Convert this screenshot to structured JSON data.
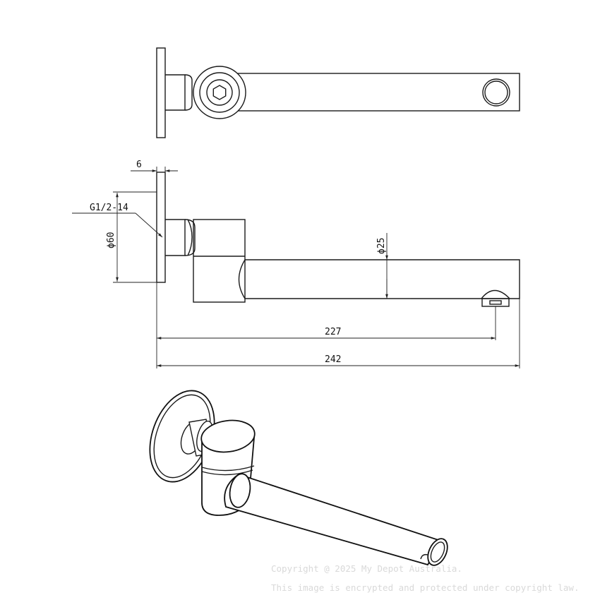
{
  "dimensions": {
    "plate_thickness": "6",
    "thread": "G1/2-14",
    "plate_diameter": "ϕ60",
    "spout_diameter": "ϕ25",
    "spout_reach": "227",
    "overall_length": "242"
  },
  "watermark": {
    "line1": "Copyright @ 2025 My Depot Australia.",
    "line2": "This image is encrypted and protected under copyright law."
  }
}
